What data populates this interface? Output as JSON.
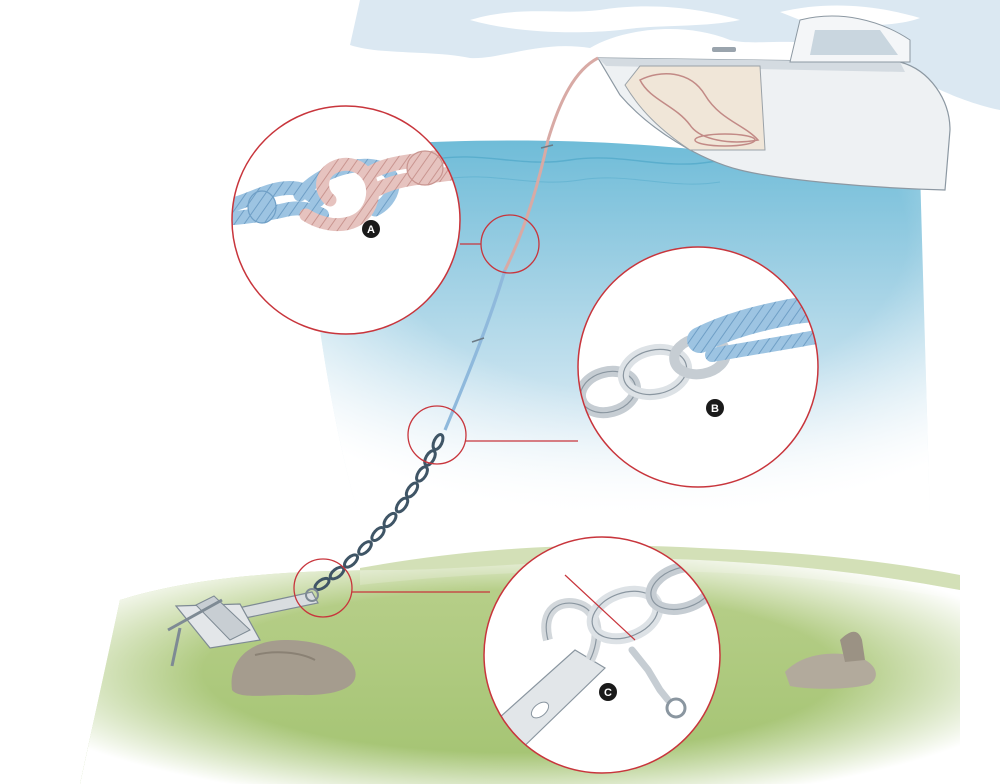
{
  "callouts": [
    {
      "id": "A",
      "label": "A",
      "depicts": "rope-to-rope-splice"
    },
    {
      "id": "B",
      "label": "B",
      "depicts": "rope-to-chain-splice"
    },
    {
      "id": "C",
      "label": "C",
      "depicts": "chain-to-anchor-shackle"
    }
  ],
  "colors": {
    "sky": "#dbe8f2",
    "cloud": "#ffffff",
    "water_surface": "#7cc3db",
    "water_deep": "#c9e2ef",
    "ground": "#a9c879",
    "ground_dark": "#8fb35f",
    "callout_ring": "#c8353c",
    "rope_blue": "#9dc4e2",
    "rope_pink": "#e3b9b5",
    "chain_dark": "#3f5566",
    "chain_light": "#d8dde2",
    "anchor": "#d9dde0",
    "rock": "#a59c8e",
    "hull": "#eef1f3",
    "badge": "#1a1a1a"
  }
}
